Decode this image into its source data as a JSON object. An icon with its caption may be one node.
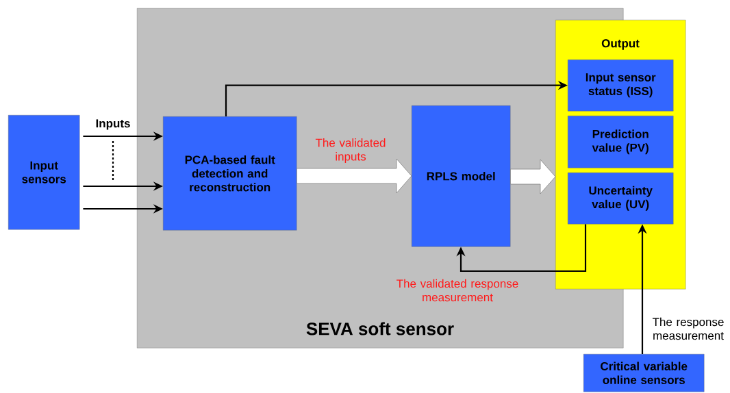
{
  "diagram": {
    "nodes": [
      {
        "text": [
          "SEVA soft sensor"
        ]
      },
      {
        "text": [
          "Input sensors"
        ]
      },
      {
        "text": [
          "PCA-based fault detection and reconstruction"
        ],
        "in": 0
      },
      {
        "text": [
          "RPLS model"
        ],
        "in": 0
      },
      {
        "text": [
          "Output"
        ]
      },
      {
        "text": [
          "Input sensor status (ISS)"
        ],
        "in": 4
      },
      {
        "text": [
          "Prediction value (PV)"
        ],
        "in": 4
      },
      {
        "text": [
          "Uncertainty value (UV)"
        ],
        "in": 4
      },
      {
        "text": [
          "Critical variable online sensors"
        ]
      }
    ],
    "edges": [
      {
        "from": 1,
        "to": 2,
        "arrow": "to",
        "label": "Inputs"
      },
      {
        "from": 1,
        "to": 2,
        "arrow": "to"
      },
      {
        "from": 1,
        "to": 2,
        "arrow": "to"
      },
      {
        "from": 2,
        "to": 5,
        "arrow": "to"
      },
      {
        "from": 2,
        "to": 3,
        "arrow": "to",
        "style": "thick",
        "label": "The validated inputs"
      },
      {
        "from": 3,
        "to": 4,
        "arrow": "to",
        "style": "thick"
      },
      {
        "from": 7,
        "to": 3,
        "arrow": "to",
        "label": "The validated response measurement"
      },
      {
        "from": 8,
        "to": 7,
        "arrow": "to",
        "label": "The response measurement"
      }
    ]
  }
}
